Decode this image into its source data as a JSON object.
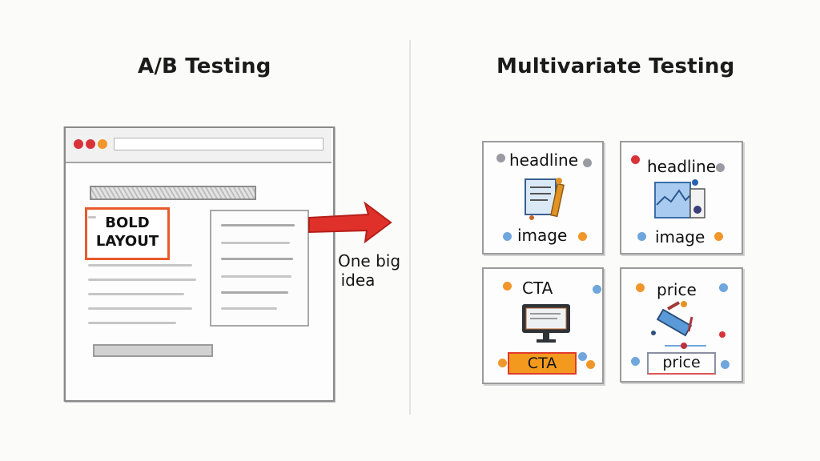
{
  "left_panel": {
    "title": "A/B Testing",
    "browser": {
      "window_buttons": [
        "red",
        "red",
        "orange"
      ],
      "highlight_box_label_line1": "BOLD",
      "highlight_box_label_line2": "LAYOUT"
    },
    "arrow_label_line1": "One big",
    "arrow_label_line2": "idea"
  },
  "right_panel": {
    "title": "Multivariate Testing",
    "cells": [
      {
        "top_label": "headline",
        "bottom_label": "image",
        "illustration": "document-icon"
      },
      {
        "top_label": "headline",
        "bottom_label": "image",
        "illustration": "chart-image-icon"
      },
      {
        "top_label": "CTA",
        "bottom_label": "CTA",
        "illustration": "monitor-icon"
      },
      {
        "top_label": "price",
        "bottom_label": "price",
        "illustration": "price-tag-icon"
      }
    ]
  },
  "colors": {
    "accent_red": "#e03a2c",
    "accent_orange": "#f39a1e",
    "dot_blue": "#6fa6dc",
    "dot_gray": "#9a9aa3"
  }
}
